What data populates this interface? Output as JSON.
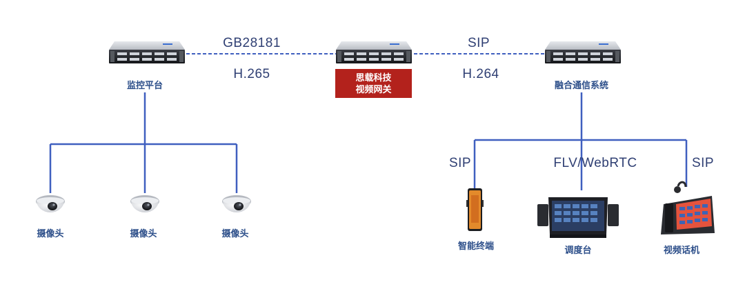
{
  "protocols": {
    "left_top": "GB28181",
    "left_bottom": "H.265",
    "right_top": "SIP",
    "right_bottom": "H.264",
    "branch_left": "SIP",
    "branch_middle": "FLV/WebRTC",
    "branch_right": "SIP"
  },
  "nodes": {
    "monitoring_platform": "监控平台",
    "gateway_line1": "思载科技",
    "gateway_line2": "视频网关",
    "converged_system": "融合通信系统",
    "camera_1": "摄像头",
    "camera_2": "摄像头",
    "camera_3": "摄像头",
    "smart_terminal": "智能终端",
    "dispatch_console": "调度台",
    "video_phone": "视频话机"
  },
  "colors": {
    "link_line": "#3f5fbf",
    "tree_line": "#3f5fbf",
    "gateway_box": "#b3221c",
    "label_text": "#2d4f8a"
  }
}
